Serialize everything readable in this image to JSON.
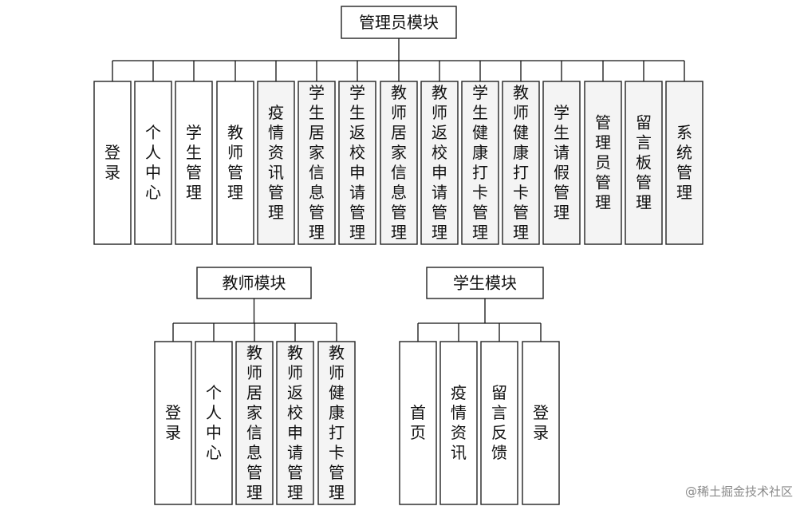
{
  "modules": [
    {
      "id": "admin",
      "title": "管理员模块",
      "children": [
        "登录",
        "个人中心",
        "学生管理",
        "教师管理",
        "疫情资讯管理",
        "学生居家信息管理",
        "学生返校申请管理",
        "教师居家信息管理",
        "教师返校申请管理",
        "学生健康打卡管理",
        "教师健康打卡管理",
        "学生请假管理",
        "管理员管理",
        "留言板管理",
        "系统管理"
      ]
    },
    {
      "id": "teacher",
      "title": "教师模块",
      "children": [
        "登录",
        "个人中心",
        "教师居家信息管理",
        "教师返校申请管理",
        "教师健康打卡管理"
      ]
    },
    {
      "id": "student",
      "title": "学生模块",
      "children": [
        "首页",
        "疫情资讯",
        "留言反馈",
        "登录"
      ]
    }
  ],
  "watermark": "@稀土掘金技术社区"
}
